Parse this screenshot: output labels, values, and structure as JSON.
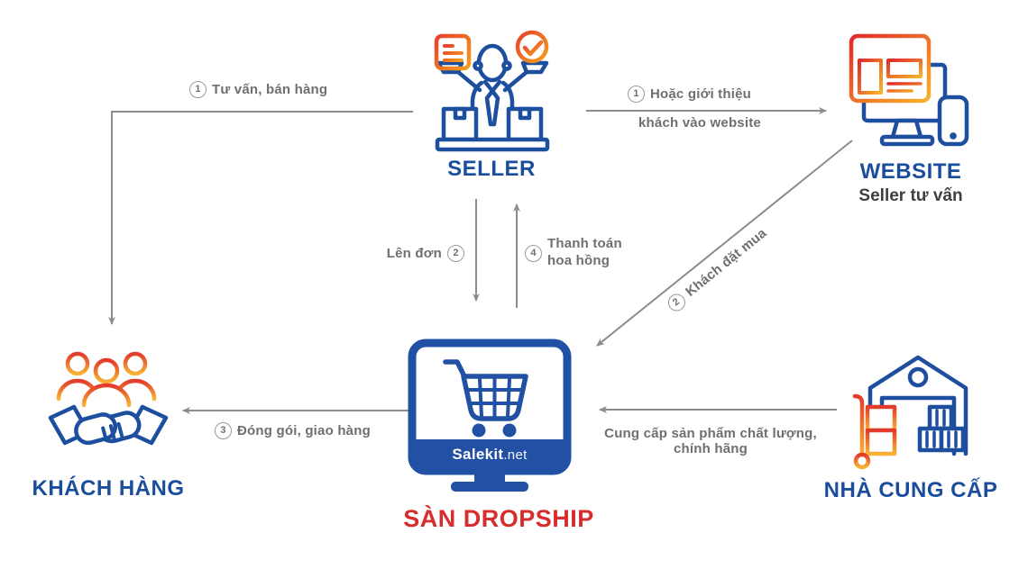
{
  "nodes": {
    "seller": {
      "label": "SELLER"
    },
    "website": {
      "label": "WEBSITE",
      "sublabel": "Seller tư vấn"
    },
    "customer": {
      "label": "KHÁCH HÀNG"
    },
    "dropship": {
      "label": "SÀN DROPSHIP",
      "brand": "Salekit",
      "brand_suffix": ".net"
    },
    "supplier": {
      "label": "NHÀ CUNG CẤP"
    }
  },
  "arrows": {
    "seller_to_customer": {
      "num": "1",
      "label": "Tư vấn, bán hàng"
    },
    "seller_to_website": {
      "num": "1",
      "label_line1": "Hoặc giới thiệu",
      "label_line2": "khách vào website"
    },
    "seller_to_dropship": {
      "label": "Lên đơn",
      "num": "2"
    },
    "dropship_to_seller": {
      "num": "4",
      "label": "Thanh toán\nhoa hồng"
    },
    "website_to_dropship": {
      "num": "2",
      "label": "Khách đặt mua"
    },
    "dropship_to_customer": {
      "num": "3",
      "label": "Đóng gói, giao hàng"
    },
    "supplier_to_dropship": {
      "label": "Cung cấp sản phẩm chất lượng,\nchính hãng"
    }
  },
  "colors": {
    "icon_blue": "#1d4f9e",
    "monitor_blue": "#2250a4",
    "label_blue": "#1a4e9d",
    "label_red": "#d62d2d",
    "arrow_gray": "#8c8c8c",
    "gradient_red": "#e8402c",
    "gradient_yellow": "#f7b32b"
  }
}
